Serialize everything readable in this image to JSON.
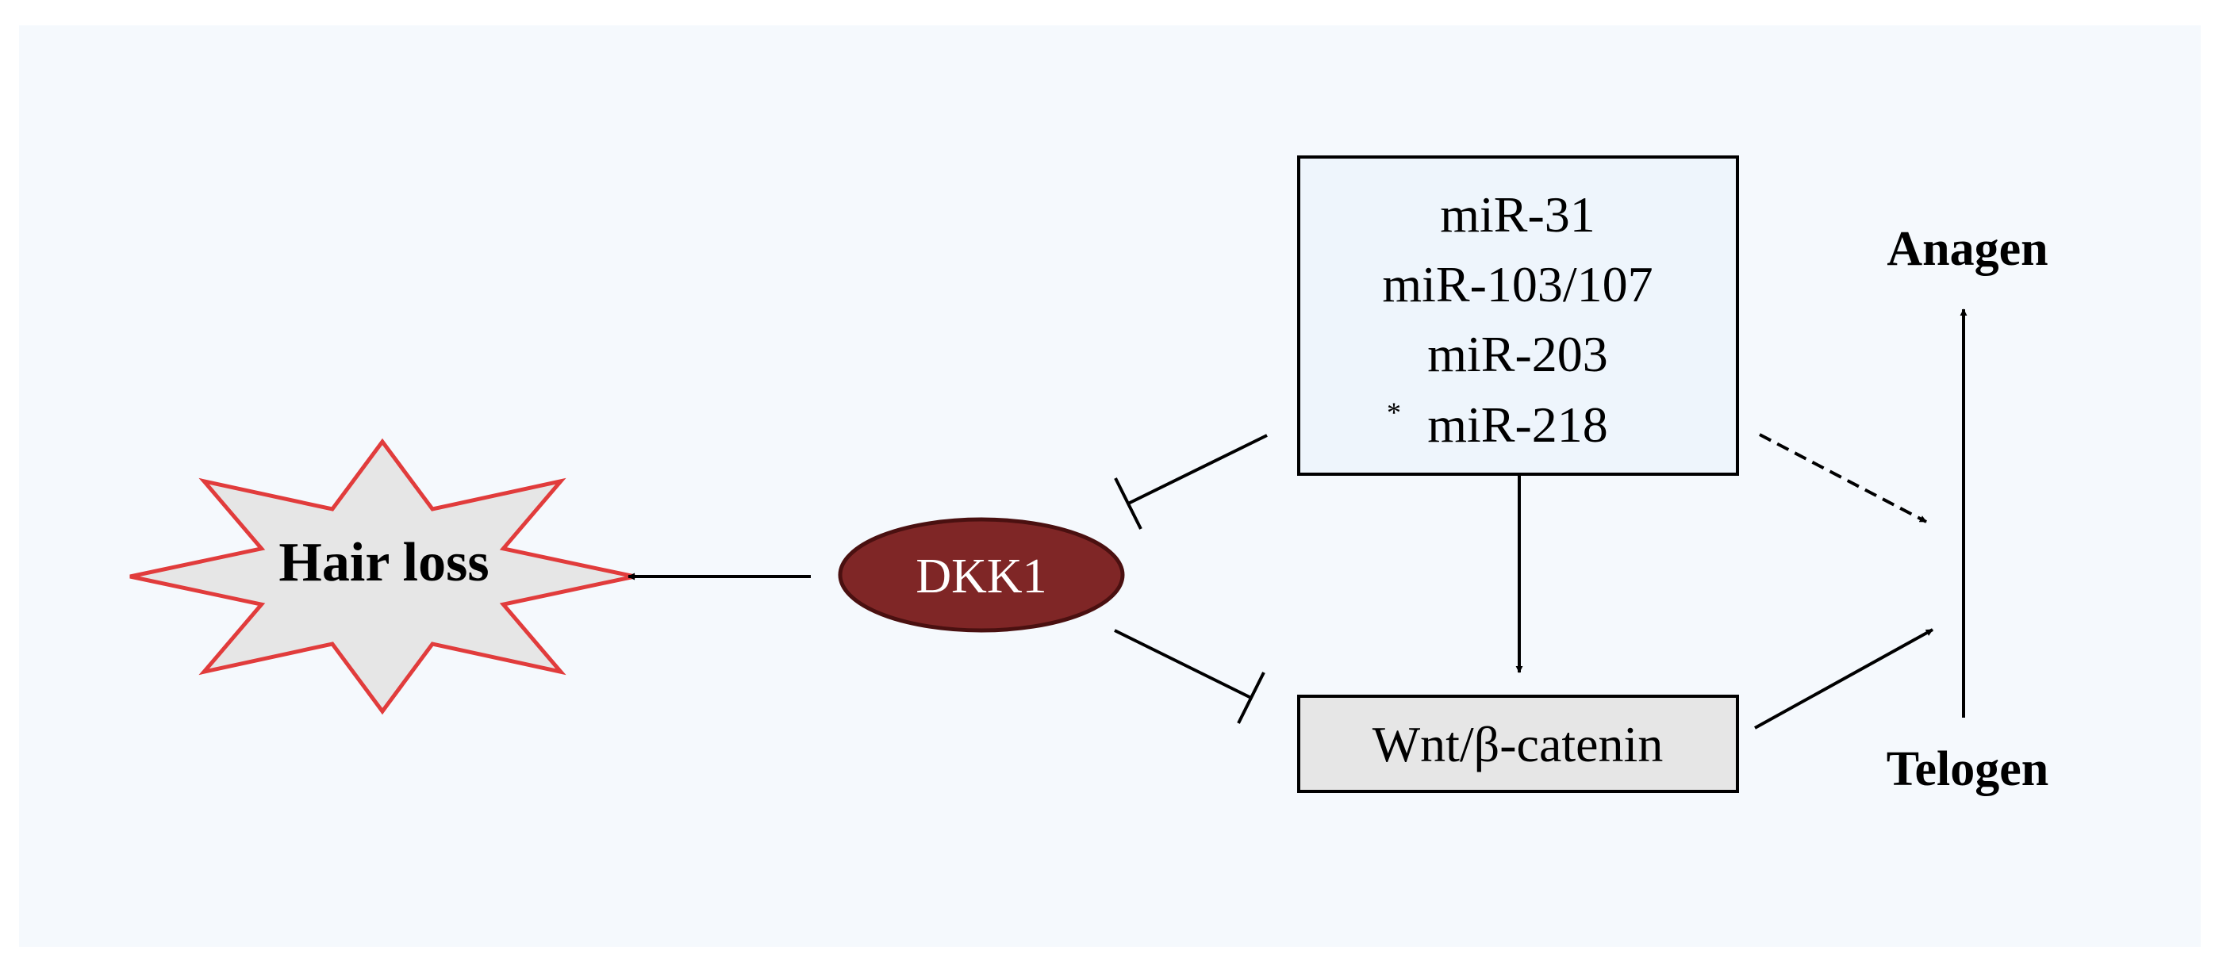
{
  "mirna_box": {
    "lines": [
      "miR-31",
      "miR-103/107",
      "miR-203",
      "miR-218"
    ],
    "footnote_marker": "*"
  },
  "dkk1_label": "DKK1",
  "hair_loss_label": "Hair loss",
  "wnt_label": "Wnt/β-catenin",
  "anagen_label": "Anagen",
  "telogen_label": "Telogen",
  "colors": {
    "panel_background": "#f5f9fd",
    "mirna_box_fill": "#eef5fc",
    "wnt_box_fill": "#e6e6e6",
    "dkk1_fill": "#7f2626",
    "dkk1_border": "#4a1010",
    "star_fill": "#e6e6e6",
    "star_border": "#e13c3c",
    "arrow": "#000000"
  }
}
